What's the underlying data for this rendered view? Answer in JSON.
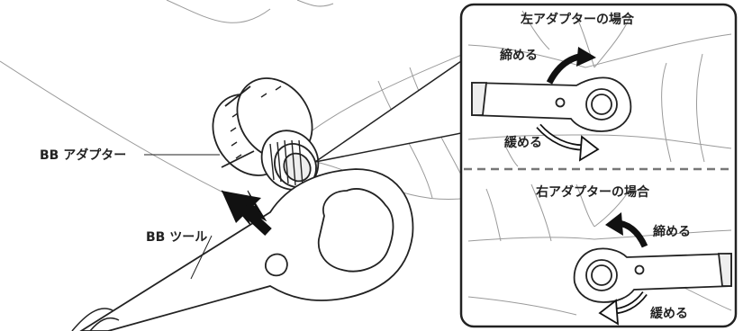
{
  "left_panel": {
    "label_adapter": "BB アダプター",
    "label_tool": "BB ツール"
  },
  "inset_left_adapter": {
    "title": "左アダプターの場合",
    "tighten": "締める",
    "loosen": "緩める"
  },
  "inset_right_adapter": {
    "title": "右アダプターの場合",
    "tighten": "締める",
    "loosen": "緩める"
  },
  "colors": {
    "line": "#222222",
    "guide": "#999999",
    "arrow": "#1a1a1a",
    "divider": "#777777"
  }
}
